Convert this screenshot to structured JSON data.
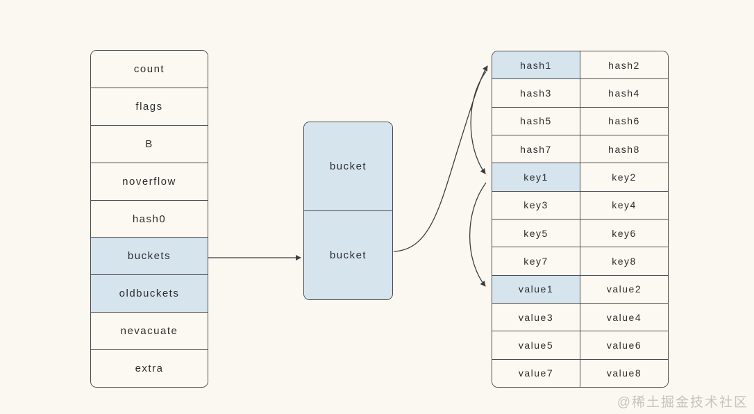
{
  "diagram": {
    "title_hint": "Go hmap structure and bucket memory layout",
    "hmap": {
      "rows": [
        {
          "label": "count",
          "highlight": false
        },
        {
          "label": "flags",
          "highlight": false
        },
        {
          "label": "B",
          "highlight": false
        },
        {
          "label": "noverflow",
          "highlight": false
        },
        {
          "label": "hash0",
          "highlight": false
        },
        {
          "label": "buckets",
          "highlight": true
        },
        {
          "label": "oldbuckets",
          "highlight": true
        },
        {
          "label": "nevacuate",
          "highlight": false
        },
        {
          "label": "extra",
          "highlight": false
        }
      ]
    },
    "bucket_array": {
      "cells": [
        {
          "label": "bucket"
        },
        {
          "label": "bucket"
        }
      ]
    },
    "bmap": {
      "rows": [
        {
          "left": "hash1",
          "right": "hash2",
          "left_highlight": true
        },
        {
          "left": "hash3",
          "right": "hash4",
          "left_highlight": false
        },
        {
          "left": "hash5",
          "right": "hash6",
          "left_highlight": false
        },
        {
          "left": "hash7",
          "right": "hash8",
          "left_highlight": false
        },
        {
          "left": "key1",
          "right": "key2",
          "left_highlight": true
        },
        {
          "left": "key3",
          "right": "key4",
          "left_highlight": false
        },
        {
          "left": "key5",
          "right": "key6",
          "left_highlight": false
        },
        {
          "left": "key7",
          "right": "key8",
          "left_highlight": false
        },
        {
          "left": "value1",
          "right": "value2",
          "left_highlight": true
        },
        {
          "left": "value3",
          "right": "value4",
          "left_highlight": false
        },
        {
          "left": "value5",
          "right": "value6",
          "left_highlight": false
        },
        {
          "left": "value7",
          "right": "value8",
          "left_highlight": false
        }
      ]
    },
    "arrows": [
      {
        "name": "buckets-to-bucket-array",
        "type": "straight"
      },
      {
        "name": "bucket-to-hash1",
        "type": "curve"
      },
      {
        "name": "hash1-to-key1",
        "type": "arc"
      },
      {
        "name": "key1-to-value1",
        "type": "arc"
      }
    ]
  },
  "watermark": "@稀土掘金技术社区",
  "colors": {
    "background": "#faf8f1",
    "cell": "#fbf9f2",
    "highlight": "#d6e4ee",
    "border": "#4b4b4b",
    "text": "#2d2d2d",
    "arrow": "#3c3c3c",
    "watermark": "#c6c4bc"
  }
}
